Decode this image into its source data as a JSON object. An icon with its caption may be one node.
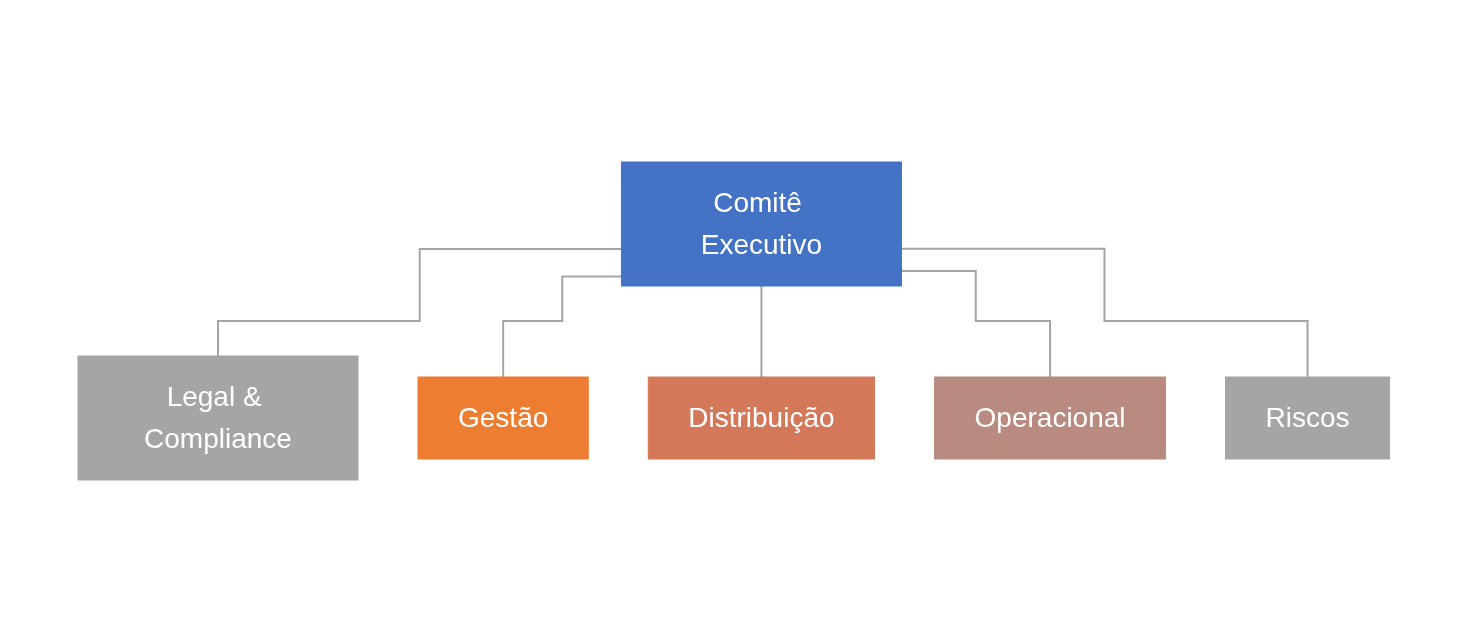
{
  "diagram": {
    "nodes": [
      {
        "text": [
          "Comitê Executivo"
        ]
      },
      {
        "text": [
          "Legal & Compliance"
        ]
      },
      {
        "text": [
          "Gestão"
        ]
      },
      {
        "text": [
          "Distribuição"
        ]
      },
      {
        "text": [
          "Operacional"
        ]
      },
      {
        "text": [
          "Riscos"
        ]
      }
    ],
    "edges": [
      {
        "from": 0,
        "to": 1,
        "arrow": "none"
      },
      {
        "from": 0,
        "to": 2,
        "arrow": "none"
      },
      {
        "from": 0,
        "to": 3,
        "arrow": "none"
      },
      {
        "from": 0,
        "to": 4,
        "arrow": "none"
      },
      {
        "from": 0,
        "to": 5,
        "arrow": "none"
      }
    ]
  }
}
